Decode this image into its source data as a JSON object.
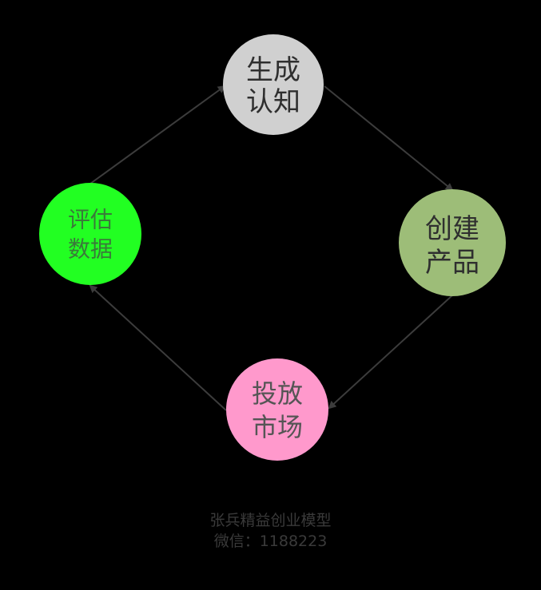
{
  "nodes": [
    {
      "id": "generate-insight",
      "lines": [
        "生成",
        "认知"
      ],
      "fill": "#d0d0d0",
      "text_color": "#2f2f2f"
    },
    {
      "id": "create-product",
      "lines": [
        "创建",
        "产品"
      ],
      "fill": "#9dbd78",
      "text_color": "#2f2f2f"
    },
    {
      "id": "launch-market",
      "lines": [
        "投放",
        "市场"
      ],
      "fill": "#ff99cc",
      "text_color": "#555555"
    },
    {
      "id": "evaluate-data",
      "lines": [
        "评估",
        "数据"
      ],
      "fill": "#22ff22",
      "text_color": "#3a7a3a"
    }
  ],
  "edges": [
    {
      "from": "generate-insight",
      "to": "create-product"
    },
    {
      "from": "create-product",
      "to": "launch-market"
    },
    {
      "from": "launch-market",
      "to": "evaluate-data"
    },
    {
      "from": "evaluate-data",
      "to": "generate-insight"
    }
  ],
  "footer": {
    "line1": "张兵精益创业模型",
    "line2": "微信：1188223"
  },
  "colors": {
    "background": "#000000",
    "arrow": "#3c3c3c",
    "footer_text": "#3a3a3a"
  }
}
